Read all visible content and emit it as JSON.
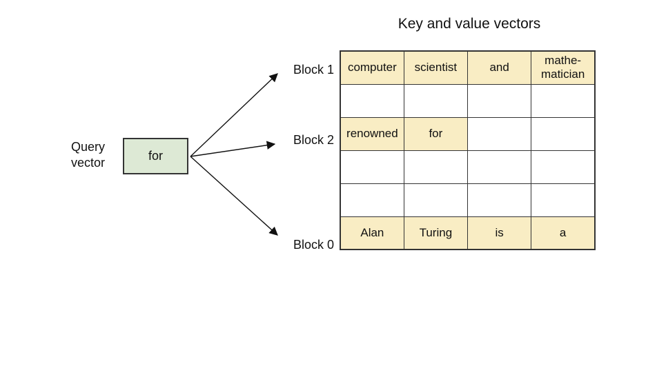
{
  "title": "Key and value vectors",
  "query": {
    "label": "Query vector",
    "box_text": "for"
  },
  "blocks": [
    {
      "label": "Block 1"
    },
    {
      "label": "Block 2"
    },
    {
      "label": "Block 0"
    }
  ],
  "table": {
    "columns": 4,
    "rows": [
      {
        "cells": [
          {
            "text": "computer",
            "highlight": true
          },
          {
            "text": "scientist",
            "highlight": true
          },
          {
            "text": "and",
            "highlight": true
          },
          {
            "text": "mathe-\nmatician",
            "highlight": true
          }
        ]
      },
      {
        "cells": [
          {
            "text": "",
            "highlight": false
          },
          {
            "text": "",
            "highlight": false
          },
          {
            "text": "",
            "highlight": false
          },
          {
            "text": "",
            "highlight": false
          }
        ]
      },
      {
        "cells": [
          {
            "text": "renowned",
            "highlight": true
          },
          {
            "text": "for",
            "highlight": true
          },
          {
            "text": "",
            "highlight": false
          },
          {
            "text": "",
            "highlight": false
          }
        ]
      },
      {
        "cells": [
          {
            "text": "",
            "highlight": false
          },
          {
            "text": "",
            "highlight": false
          },
          {
            "text": "",
            "highlight": false
          },
          {
            "text": "",
            "highlight": false
          }
        ]
      },
      {
        "cells": [
          {
            "text": "",
            "highlight": false
          },
          {
            "text": "",
            "highlight": false
          },
          {
            "text": "",
            "highlight": false
          },
          {
            "text": "",
            "highlight": false
          }
        ]
      },
      {
        "cells": [
          {
            "text": "Alan",
            "highlight": true
          },
          {
            "text": "Turing",
            "highlight": true
          },
          {
            "text": "is",
            "highlight": true
          },
          {
            "text": "a",
            "highlight": true
          }
        ]
      }
    ]
  },
  "colors": {
    "highlight": "#F9EDC4",
    "query_box": "#DDE9D5",
    "border": "#333333"
  }
}
